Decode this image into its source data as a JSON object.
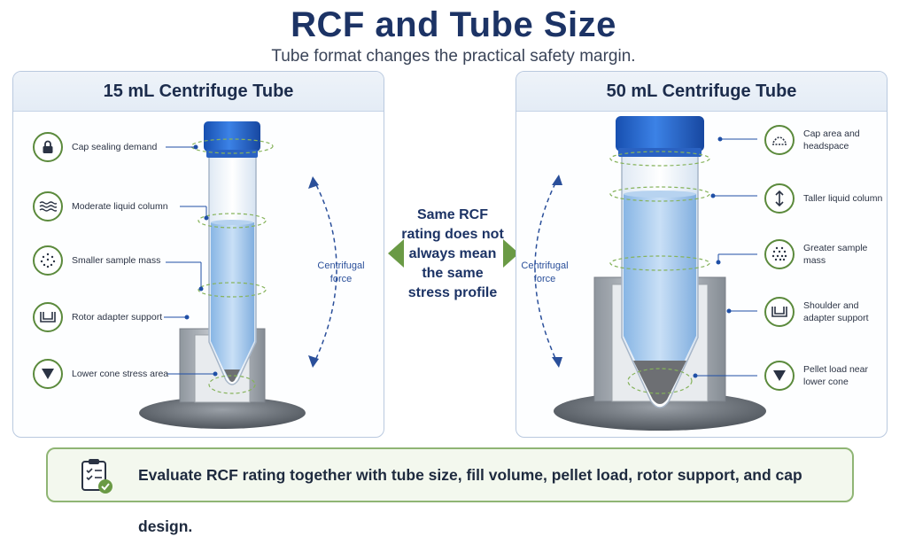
{
  "title": "RCF and Tube Size",
  "subtitle": "Tube format changes the practical safety margin.",
  "left_panel": {
    "heading": "15 mL Centrifuge Tube",
    "force_label": "Centrifugal force",
    "features": [
      {
        "label": "Cap sealing demand",
        "icon": "lock-icon"
      },
      {
        "label": "Moderate liquid column",
        "icon": "waves-icon"
      },
      {
        "label": "Smaller sample mass",
        "icon": "particles-icon"
      },
      {
        "label": "Rotor adapter support",
        "icon": "adapter-icon"
      },
      {
        "label": "Lower cone stress area",
        "icon": "cone-icon"
      }
    ]
  },
  "right_panel": {
    "heading": "50 mL Centrifuge Tube",
    "force_label": "Centrifugal force",
    "features": [
      {
        "label": "Cap area and headspace",
        "icon": "cap-area-icon"
      },
      {
        "label": "Taller liquid column",
        "icon": "vertical-arrows-icon"
      },
      {
        "label": "Greater sample mass",
        "icon": "particles-icon"
      },
      {
        "label": "Shoulder and adapter support",
        "icon": "adapter-icon"
      },
      {
        "label": "Pellet load near lower cone",
        "icon": "cone-icon"
      }
    ]
  },
  "center_note": "Same RCF rating does not always mean the same stress profile",
  "bottom_note": "Evaluate RCF rating together with tube size, fill volume, pellet load, rotor support, and cap design.",
  "colors": {
    "title": "#1c3365",
    "cap": "#1f5fc8",
    "accent_green": "#6a9a45",
    "liquid": "#9cc3ec",
    "force_arrow": "#2a4f9a"
  }
}
